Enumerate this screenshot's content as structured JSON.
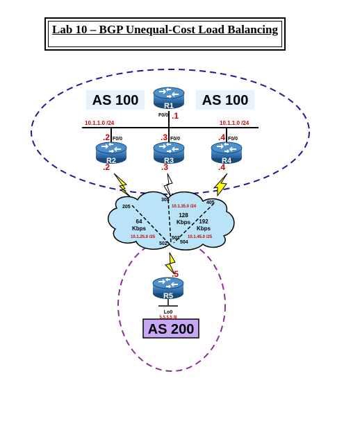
{
  "title": "Lab 10 – BGP Unequal-Cost Load Balancing",
  "as_labels": {
    "left": "AS 100",
    "right": "AS 100",
    "bottom": "AS 200"
  },
  "lan": {
    "subnet_left": "10.1.1.0 /24",
    "subnet_right": "10.1.1.0 /24",
    "r1_iface": "F0/0",
    "r1_host": ".1"
  },
  "routers": {
    "r1": {
      "name": "R1"
    },
    "r2": {
      "name": "R2",
      "lan_host": ".2",
      "lan_iface": "F0/0",
      "wan_host": ".2"
    },
    "r3": {
      "name": "R3",
      "lan_host": ".3",
      "lan_iface": "F0/0",
      "wan_host": ".3"
    },
    "r4": {
      "name": "R4",
      "lan_host": ".4",
      "lan_iface": "F0/0",
      "wan_host": ".4"
    },
    "r5": {
      "name": "R5",
      "wan_host": ".5",
      "loopback": "Lo0",
      "loopback_net": "5.5.5.5 /8"
    }
  },
  "frame_relay": {
    "dlci_205": "205",
    "dlci_305": "305",
    "dlci_405": "405",
    "dlci_502": "502",
    "dlci_503": "503",
    "dlci_504": "504",
    "link_r2": {
      "speed": "64",
      "unit": "Kbps",
      "subnet": "10.1.25.0 /25"
    },
    "link_r3": {
      "speed": "128",
      "unit": "Kbps",
      "subnet": "10.1.35.0 /24"
    },
    "link_r4": {
      "speed": "192",
      "unit": "Kbps",
      "subnet": "10.1.45.0 /25"
    }
  },
  "colors": {
    "router": "#2f73b4",
    "router_dark": "#1c4f86",
    "cloud": "#b9e3f7",
    "serial": "#ffff00",
    "as100_border": "#1a1a9a",
    "as200_border": "#8a2f9a",
    "as200_fill": "#c8a7f5",
    "ip_text": "#cc0000"
  }
}
